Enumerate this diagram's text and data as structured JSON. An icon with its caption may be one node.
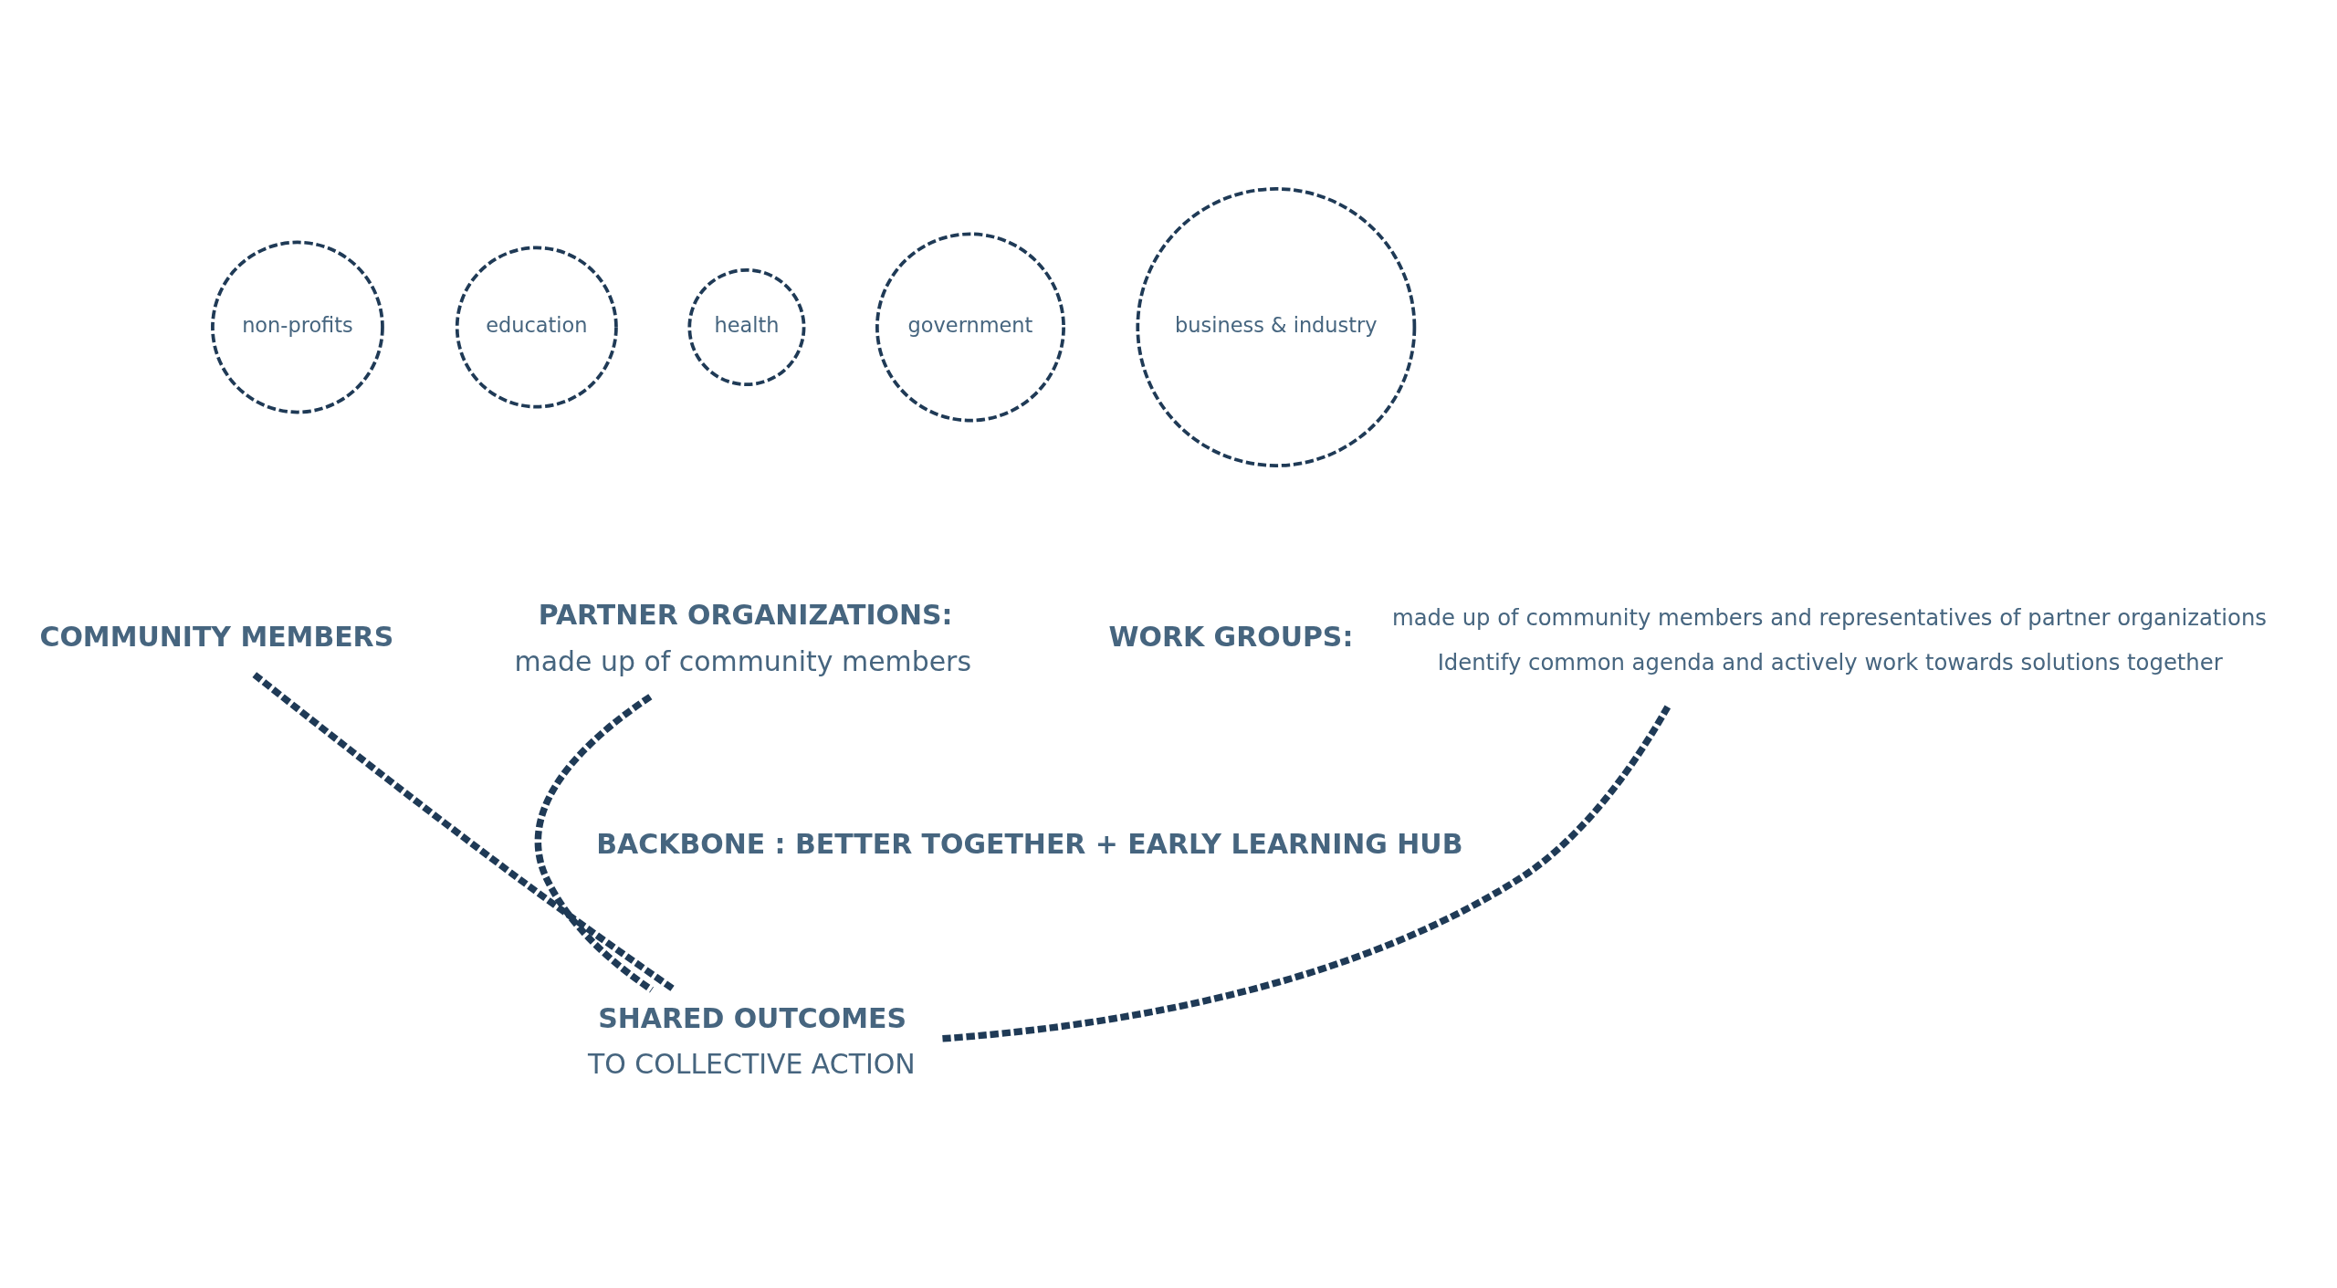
{
  "diagram": {
    "nodes": [
      {
        "text": [
          "COMMUNITY MEMBERS"
        ]
      },
      {
        "text": [
          "PARTNER ORGANIZATIONS:",
          "made up of community members"
        ]
      },
      {
        "text": [
          "non-profits"
        ]
      },
      {
        "text": [
          "education"
        ]
      },
      {
        "text": [
          "health"
        ]
      },
      {
        "text": [
          "government"
        ]
      },
      {
        "text": [
          "business & industry"
        ]
      },
      {
        "text": [
          "WORK GROUPS:"
        ],
        "beside": [
          "made up of community members and representatives of partner organizations",
          "Identify common agenda and actively work towards solutions together"
        ]
      },
      {
        "text": [
          "SHARED OUTCOMES",
          "TO COLLECTIVE ACTION"
        ]
      }
    ],
    "edges": [
      {
        "from": 0,
        "to": 8,
        "arrow": "none",
        "style": "dashed"
      },
      {
        "from": 1,
        "to": 8,
        "arrow": "none",
        "style": "dashed"
      },
      {
        "from": 7,
        "to": 8,
        "arrow": "none",
        "style": "dashed"
      }
    ],
    "labels": [
      "BACKBONE : BETTER TOGETHER + EARLY LEARNING HUB"
    ]
  }
}
